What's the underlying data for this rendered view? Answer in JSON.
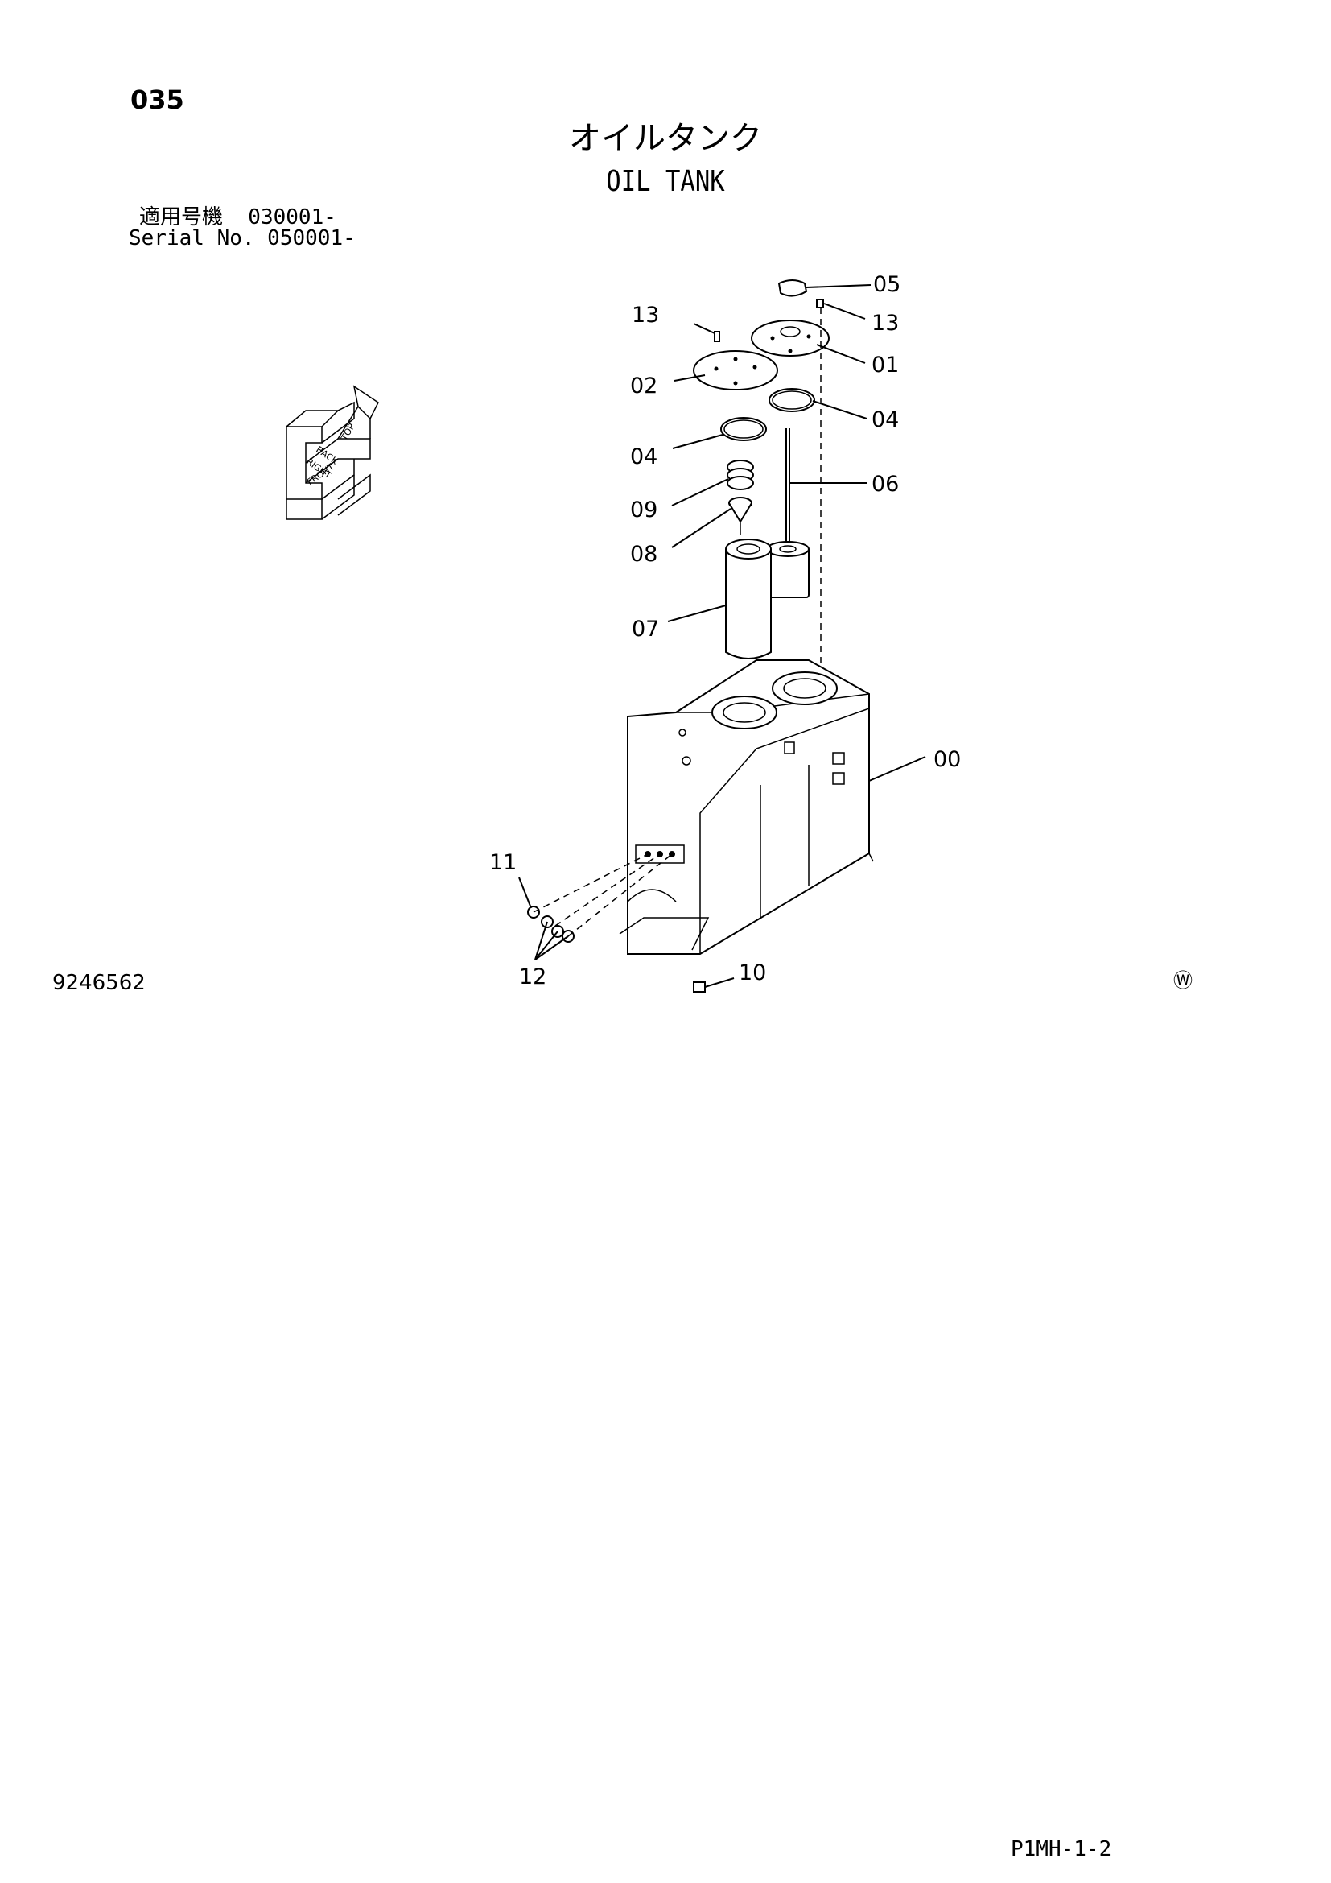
{
  "page": {
    "number": "035",
    "title_jp": "オイルタンク",
    "title_en": "OIL TANK",
    "serial_jp": "適用号機  030001-",
    "serial_en": "Serial No. 050001-",
    "drawing_no": "9246562",
    "mark": "Ⓦ",
    "page_code": "P1MH-1-2"
  },
  "orientation": {
    "labels": [
      "TOP",
      "BACK",
      "RIGHT",
      "FRONT"
    ]
  },
  "callouts": [
    {
      "id": "05",
      "label": "05"
    },
    {
      "id": "13a",
      "label": "13"
    },
    {
      "id": "13b",
      "label": "13"
    },
    {
      "id": "01",
      "label": "01"
    },
    {
      "id": "02",
      "label": "02"
    },
    {
      "id": "04a",
      "label": "04"
    },
    {
      "id": "04b",
      "label": "04"
    },
    {
      "id": "06",
      "label": "06"
    },
    {
      "id": "09",
      "label": "09"
    },
    {
      "id": "08",
      "label": "08"
    },
    {
      "id": "07",
      "label": "07"
    },
    {
      "id": "00",
      "label": "00"
    },
    {
      "id": "11",
      "label": "11"
    },
    {
      "id": "12",
      "label": "12"
    },
    {
      "id": "10",
      "label": "10"
    }
  ]
}
